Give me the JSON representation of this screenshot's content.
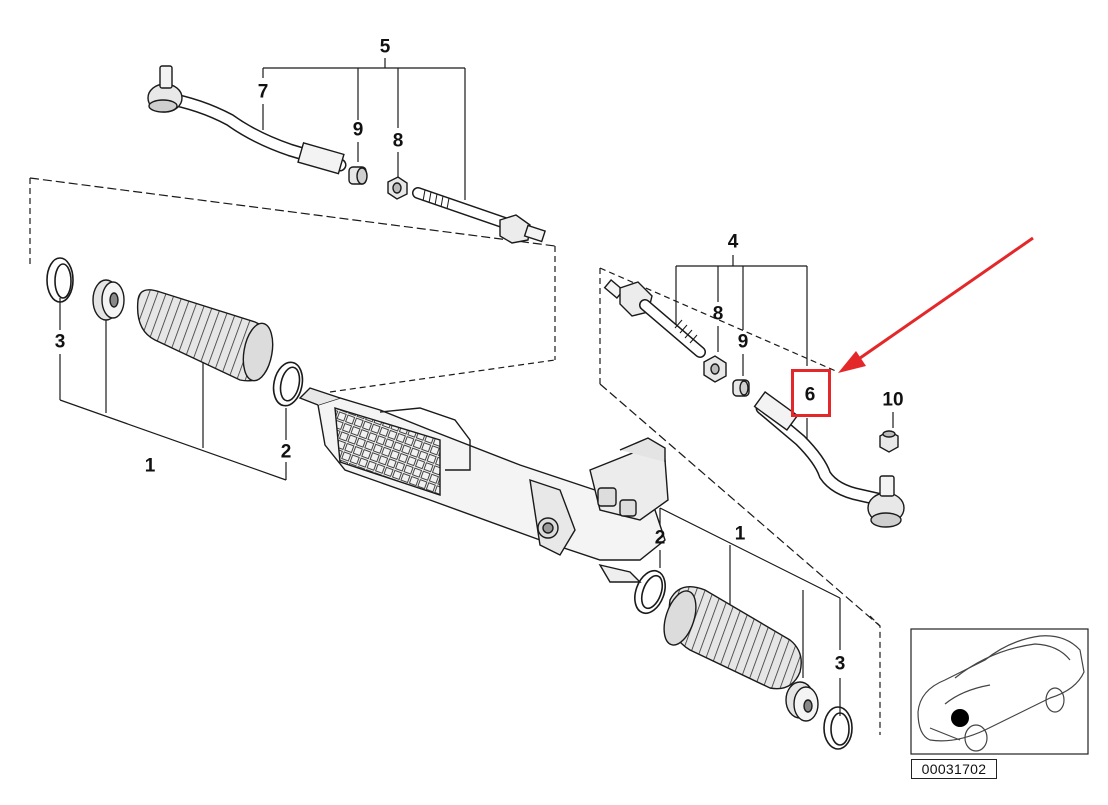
{
  "diagram": {
    "labels": {
      "upper_assembly": "5",
      "upper_outer_tie_rod": "7",
      "upper_ring": "9",
      "upper_nut": "8",
      "left_clip": "3",
      "left_boot": "1",
      "left_clamp": "2",
      "right_assembly": "4",
      "right_nut": "8",
      "right_ring": "9",
      "right_outer_tie_rod": "6",
      "self_lock_nut": "10",
      "right_clamp": "2",
      "right_boot": "1",
      "right_clip": "3"
    },
    "highlighted_label": "6",
    "reference_number": "00031702",
    "colors": {
      "annotation": "#e4282a",
      "linework": "#1a1a1a",
      "locator_dot": "#000000"
    }
  }
}
